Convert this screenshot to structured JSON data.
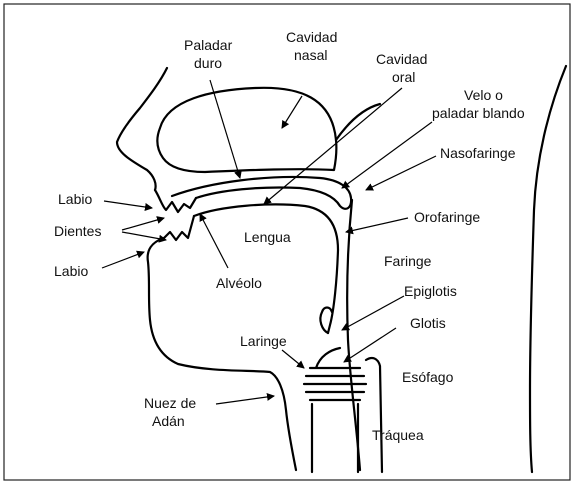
{
  "labels": {
    "paladar_duro_1": "Paladar",
    "paladar_duro_2": "duro",
    "cavidad_nasal_1": "Cavidad",
    "cavidad_nasal_2": "nasal",
    "cavidad_oral_1": "Cavidad",
    "cavidad_oral_2": "oral",
    "velo_1": "Velo o",
    "velo_2": "paladar blando",
    "nasofaringe": "Nasofaringe",
    "labio_superior": "Labio",
    "dientes": "Dientes",
    "labio_inferior": "Labio",
    "orofaringe": "Orofaringe",
    "lengua": "Lengua",
    "faringe": "Faringe",
    "alveolo": "Alvéolo",
    "epiglotis": "Epiglotis",
    "glotis": "Glotis",
    "laringe": "Laringe",
    "esofago": "Esófago",
    "nuez_1": "Nuez de",
    "nuez_2": "Adán",
    "traquea": "Tráquea"
  },
  "colors": {
    "line": "#000000",
    "text": "#111111",
    "background": "#ffffff"
  }
}
